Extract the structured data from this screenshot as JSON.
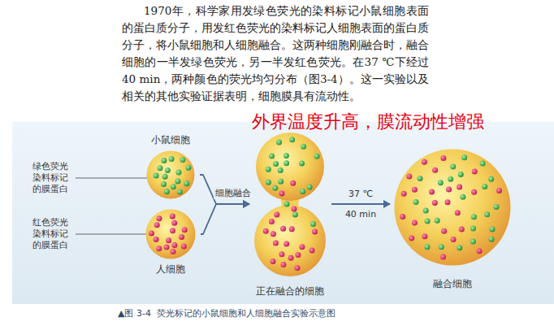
{
  "diagram": {
    "caption": "▲图 3-4  荧光标记的小鼠细胞和人细胞融合实验示意图",
    "nodes": [
      {
        "text": [
          "小鼠细胞"
        ]
      },
      {
        "text": [
          "人细胞"
        ]
      },
      {
        "text": [
          "正在融合的细胞"
        ]
      },
      {
        "text": [
          "融合细胞"
        ]
      }
    ],
    "edges": [
      {
        "from": 0,
        "to": 2,
        "arrow": "to",
        "label": "细胞融合"
      },
      {
        "from": 1,
        "to": 2,
        "arrow": "to"
      },
      {
        "from": 2,
        "to": 3,
        "arrow": "to",
        "label": "37 ℃"
      }
    ],
    "labels": [
      "1970年，科学家用发绿色荧光的染料标记小鼠细胞表面的蛋白质分子，用发红色荧光的染料标记人细胞表面的蛋白质分子，将小鼠细胞和人细胞融合。这两种细胞刚融合时，融合细胞的一半发绿色荧光，另一半发红色荧光。在37 ℃下经过40 min，两种颜色的荧光均匀分布（图3-4）。这一实验以及相关的其他实验证据表明，细胞膜具有流动性。",
      "外界温度升高，膜流动性增强",
      "绿色荧光染料标记的膜蛋白",
      "红色荧光染料标记的膜蛋白",
      "40 min"
    ]
  }
}
